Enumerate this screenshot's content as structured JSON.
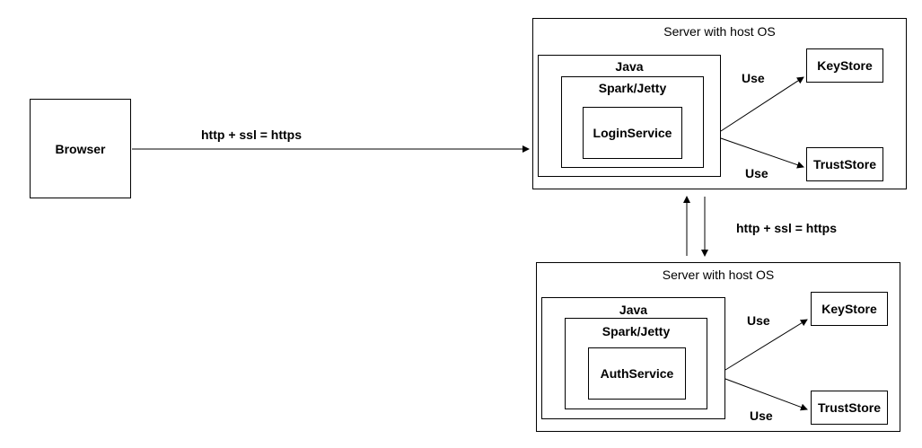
{
  "browser": {
    "label": "Browser"
  },
  "link_label": "http + ssl = https",
  "server_link_label": "http + ssl = https",
  "top_server": {
    "title": "Server with host OS",
    "runtime": "Java",
    "framework": "Spark/Jetty",
    "service": "LoginService",
    "keystore": "KeyStore",
    "truststore": "TrustStore",
    "use_keystore": "Use",
    "use_truststore": "Use"
  },
  "bottom_server": {
    "title": "Server with host OS",
    "runtime": "Java",
    "framework": "Spark/Jetty",
    "service": "AuthService",
    "keystore": "KeyStore",
    "truststore": "TrustStore",
    "use_keystore": "Use",
    "use_truststore": "Use"
  },
  "colors": {
    "stroke": "#000000",
    "background": "#ffffff"
  }
}
